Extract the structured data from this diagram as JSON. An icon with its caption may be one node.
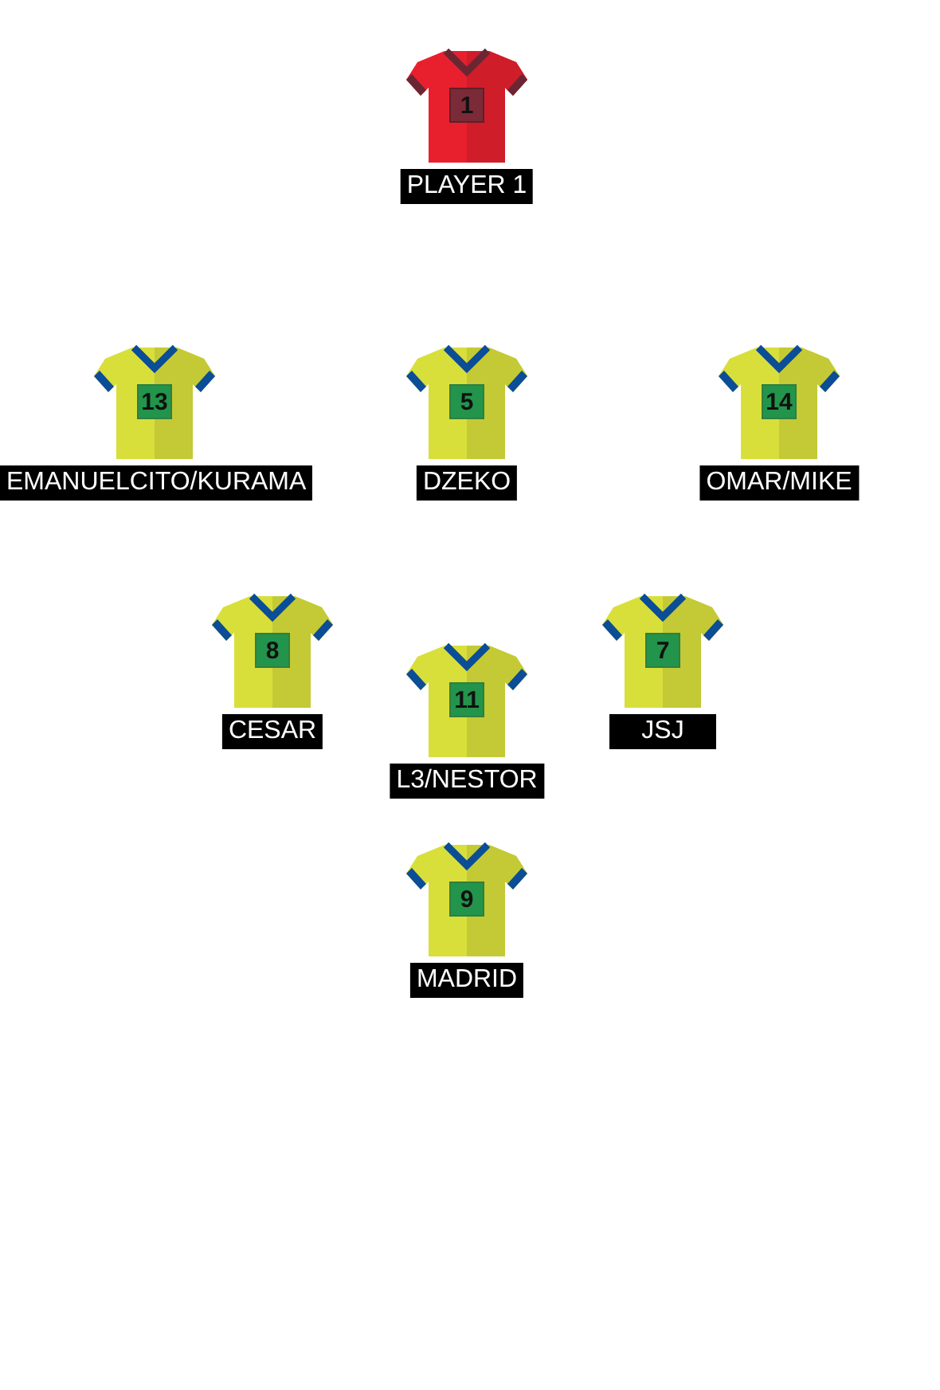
{
  "diagram": {
    "nodes": [
      {
        "text": [
          "1"
        ],
        "beside": [
          "PLAYER 1"
        ]
      },
      {
        "text": [
          "13"
        ],
        "beside": [
          "EMANUELCITO/KURAMA"
        ]
      },
      {
        "text": [
          "5"
        ],
        "beside": [
          "DZEKO"
        ]
      },
      {
        "text": [
          "14"
        ],
        "beside": [
          "OMAR/MIKE"
        ]
      },
      {
        "text": [
          "8"
        ],
        "beside": [
          "CESAR"
        ]
      },
      {
        "text": [
          "7"
        ],
        "beside": [
          "JSJ"
        ]
      },
      {
        "text": [
          "11"
        ],
        "beside": [
          "L3/NESTOR"
        ]
      },
      {
        "text": [
          "9"
        ],
        "beside": [
          "MADRID"
        ]
      }
    ]
  }
}
